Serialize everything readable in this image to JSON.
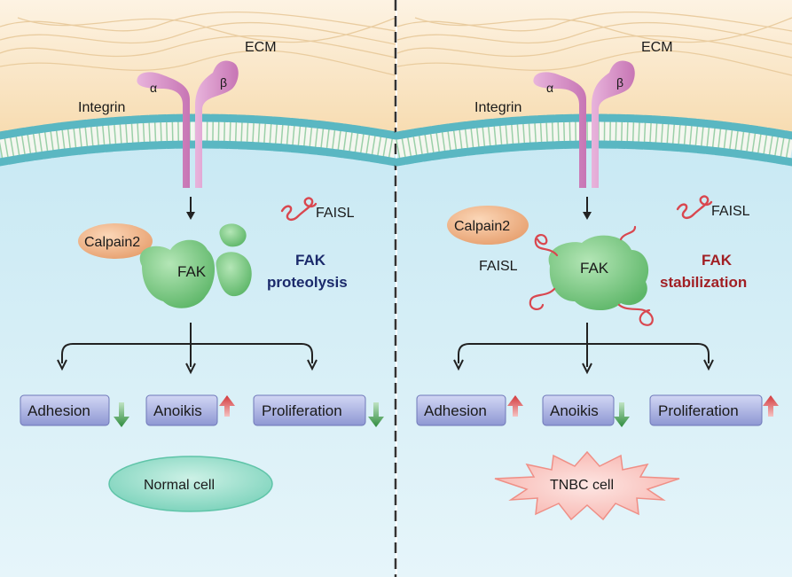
{
  "panels": {
    "normal": {
      "ecm_label": "ECM",
      "integrin_label": "Integrin",
      "alpha_label": "α",
      "beta_label": "β",
      "faisl_label": "FAISL",
      "calpain_label": "Calpain2",
      "fak_label": "FAK",
      "outcome_line1": "FAK",
      "outcome_line2": "proteolysis",
      "boxes": [
        "Adhesion",
        "Anoikis",
        "Proliferation"
      ],
      "box_trends": [
        "down",
        "up",
        "down"
      ],
      "cell_label": "Normal cell"
    },
    "tnbc": {
      "ecm_label": "ECM",
      "integrin_label": "Integrin",
      "alpha_label": "α",
      "beta_label": "β",
      "faisl_label": "FAISL",
      "faisl_label_2": "FAISL",
      "calpain_label": "Calpain2",
      "fak_label": "FAK",
      "outcome_line1": "FAK",
      "outcome_line2": "stabilization",
      "boxes": [
        "Adhesion",
        "Anoikis",
        "Proliferation"
      ],
      "box_trends": [
        "up",
        "down",
        "up"
      ],
      "cell_label": "TNBC cell"
    }
  },
  "colors": {
    "ecm": "#fbe9cf",
    "cytoplasm": "#d6eef6",
    "membrane_head": "#5ab7c2",
    "integrin": "#d991c7",
    "calpain": "#f2b68a",
    "fak": "#7fcb86",
    "faisl": "#d9474f",
    "box": "#9da6dc",
    "arrow_up": "#d3383b",
    "arrow_down": "#2e8b3d",
    "normal_cell": "#9fe0cf",
    "tnbc_cell": "#fbd0cc"
  }
}
